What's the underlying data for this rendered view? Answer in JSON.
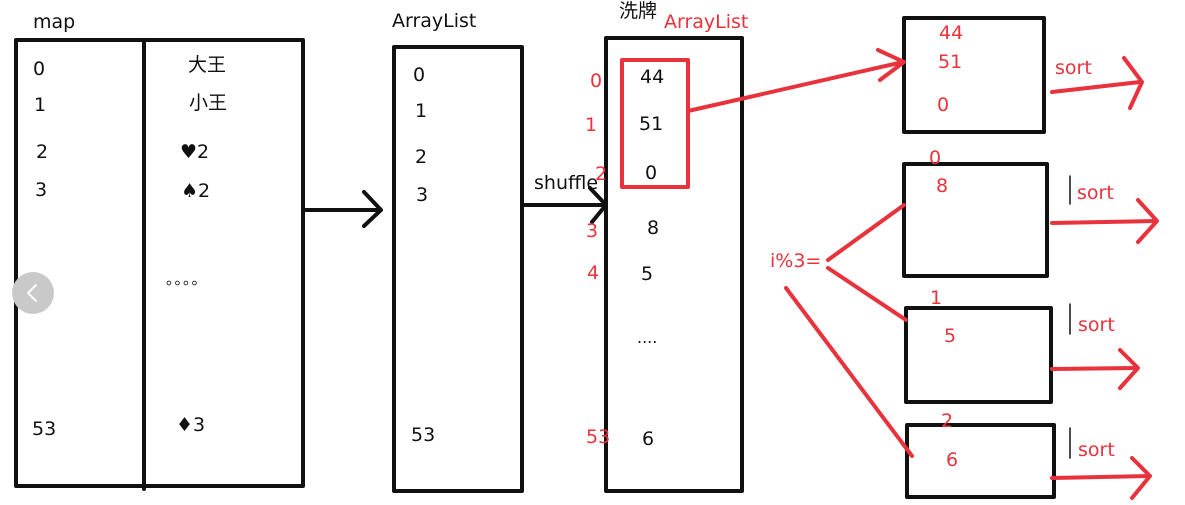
{
  "map": {
    "title": "map",
    "keys": [
      "0",
      "1",
      "2",
      "3",
      "53"
    ],
    "values": [
      "大王",
      "小王",
      "♥2",
      "♠2",
      "。。。。",
      "♦3"
    ]
  },
  "arraylist": {
    "title": "ArrayList",
    "items": [
      "0",
      "1",
      "2",
      "3",
      "53"
    ]
  },
  "shuffle_label": "shuffle",
  "shuffled": {
    "title_prefix": "洗牌",
    "title_suffix": "ArrayList",
    "indices": [
      "0",
      "1",
      "2",
      "3",
      "4",
      "53"
    ],
    "values": [
      "44",
      "51",
      "0",
      "8",
      "5",
      "....",
      "6"
    ]
  },
  "modulo_label": "i%3=",
  "players": [
    {
      "index": "",
      "cards": [
        "44",
        "51",
        "0"
      ],
      "sort_label": "sort"
    },
    {
      "index": "0",
      "cards": [
        "8"
      ],
      "sort_label": "sort"
    },
    {
      "index": "1",
      "cards": [
        "5"
      ],
      "sort_label": "sort"
    },
    {
      "index": "2",
      "cards": [
        "6"
      ],
      "sort_label": "sort"
    }
  ],
  "colors": {
    "ink": "#111111",
    "accent": "#e8323c",
    "nav": "#c9c9c9"
  },
  "icons": {
    "nav": "chevron-left-icon"
  }
}
